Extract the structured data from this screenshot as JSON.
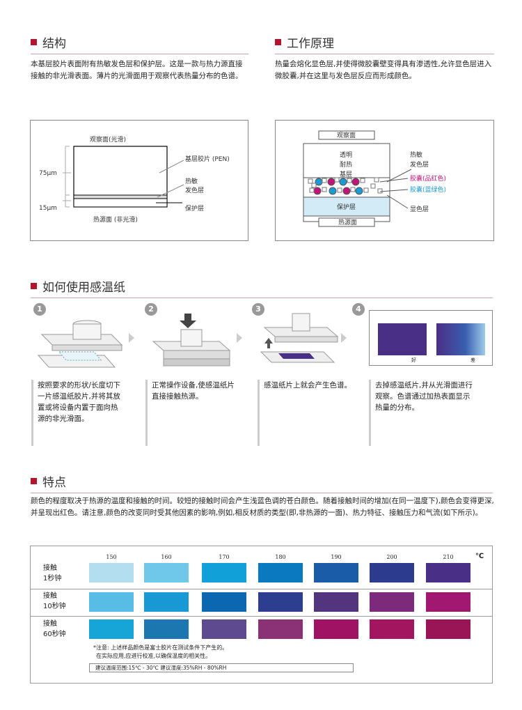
{
  "structure": {
    "title": "结构",
    "text": "本基层胶片表面附有热敏发色层和保护层。这是一款与热力源直接接触的非光滑表面。薄片的光滑面用于观察代表热量分布的色谱。",
    "diagram": {
      "top": "观察面(光滑)",
      "base": "基层胶片 (PEN)",
      "thermo1": "热敏",
      "thermo2": "发色层",
      "protect": "保护层",
      "bottom": "热源面 (非光滑)",
      "t75": "75μm",
      "t15": "15μm"
    }
  },
  "principle": {
    "title": "工作原理",
    "text": "热量会熔化显色层,并使得微胶囊壁变得具有渗透性,允许显色层进入微胶囊,并在这里与发色层反应而形成颜色。",
    "diagram": {
      "top": "观察面",
      "sub1": "透明",
      "sub2": "耐热",
      "sub3": "基层",
      "thermo1": "热敏",
      "thermo2": "发色层",
      "magenta": "胶囊(品红色)",
      "cyan": "胶囊(蓝绿色)",
      "developer": "显色层",
      "protect": "保护层",
      "bottom": "热源面"
    },
    "colors": {
      "magenta": "#c2137a",
      "cyan": "#1a9ad6"
    }
  },
  "usage": {
    "title": "如何使用感温纸",
    "steps": [
      {
        "num": "1",
        "text": "按照要求的形状/长度切下一片感温纸胶片,并将其放置或将设备内置于面向热源的非光滑面。"
      },
      {
        "num": "2",
        "text": "正常操作设备,使感温纸片直接接触热源。"
      },
      {
        "num": "3",
        "text": "感温纸片上就会产生色谱。"
      },
      {
        "num": "4",
        "text": "去掉感温纸片,并从光滑面进行观察。色谱通过加热表面显示热量的分布。",
        "good": "好",
        "bad": "差"
      }
    ]
  },
  "features": {
    "title": "特点",
    "text": "颜色的程度取决于热源的温度和接触的时间。较短的接触时间会产生浅蓝色调的苍白颜色。随着接触时间的增加(在同一温度下),颜色会变得更深,并呈现出红色。请注意,颜色的改变同时受其他因素的影响,例如,相反材质的类型(即,非热源的一面)、热力特征、接触压力和气流(如下所示)。",
    "unit": "℃",
    "temps": [
      "150",
      "160",
      "170",
      "180",
      "190",
      "200",
      "210"
    ],
    "rows": [
      {
        "l1": "接触",
        "l2": "1秒钟",
        "colors": [
          "#b3def0",
          "#6fc7ea",
          "#12a0d8",
          "#0a79c0",
          "#1a5ca8",
          "#2d3b8f",
          "#4a2f86"
        ]
      },
      {
        "l1": "接触",
        "l2": "10秒钟",
        "colors": [
          "#57bde6",
          "#1899d4",
          "#0b68b0",
          "#2d3e91",
          "#52347f",
          "#7d2a7c",
          "#a01870"
        ]
      },
      {
        "l1": "接触",
        "l2": "60秒钟",
        "colors": [
          "#17a4d6",
          "#1c76b0",
          "#5e4a8e",
          "#8a3275",
          "#a01364",
          "#a41560",
          "#9a1555"
        ]
      }
    ],
    "note1": "*注意: 上述样品颜色是富士胶片在测试条件下产生的。",
    "note2": "在实际应用,应进行校准,以确保温度的相关性。",
    "conditions": "建议温度范围:15℃ - 30℃  建议湿度:35%RH - 80%RH"
  }
}
